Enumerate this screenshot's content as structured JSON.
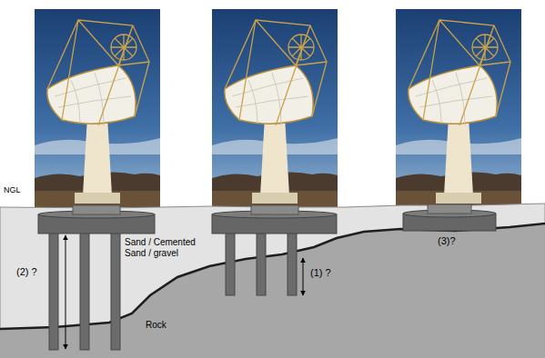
{
  "diagram": {
    "labels": [
      "NGL",
      "(2) ?",
      "Sand / Cemented Sand / gravel",
      "(1) ?",
      "Rock",
      "(3)?"
    ]
  }
}
